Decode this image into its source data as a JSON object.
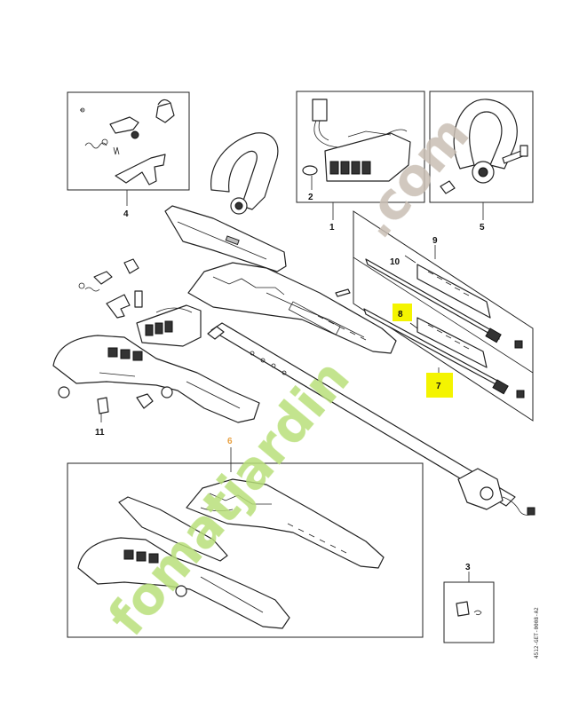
{
  "callouts": {
    "c1": "1",
    "c2": "2",
    "c3": "3",
    "c4": "4",
    "c5": "5",
    "c6": "6",
    "c7": "7",
    "c8": "8",
    "c9": "9",
    "c10": "10",
    "c11": "11"
  },
  "highlighted_callouts": [
    "7",
    "8"
  ],
  "watermark": {
    "text": "fomatjardin.com",
    "color_green": "#b9e07a",
    "color_grey": "#c9bfb4"
  },
  "drawing_code": "4512-GET-0008-A2",
  "colors": {
    "highlight": "#f4f400",
    "callout_6": "#e8a040",
    "line": "#222222"
  }
}
